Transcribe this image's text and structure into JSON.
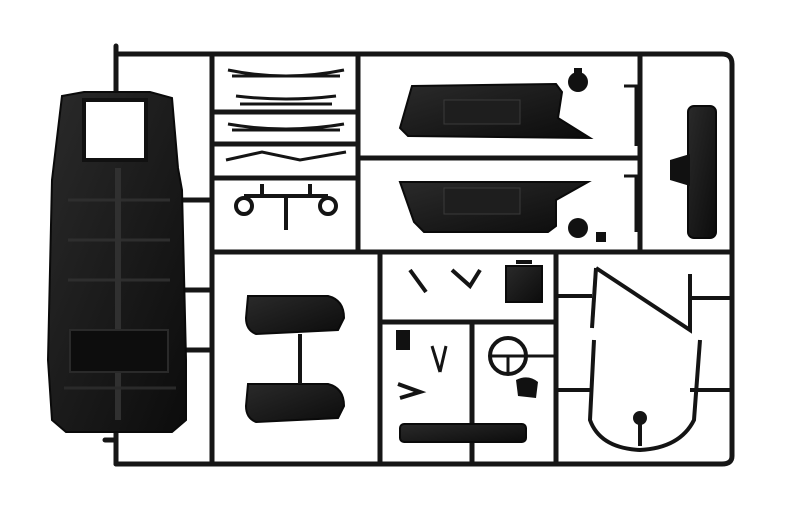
{
  "image": {
    "subject": "plastic-model-kit-sprue",
    "background_color": "#ffffff",
    "plastic_color": "#151515",
    "highlight_color": "#3a3a3a"
  },
  "parts": [
    "chassis-floor-pan",
    "leaf-spring",
    "axle-assembly",
    "left-body-side-panel",
    "right-body-side-panel",
    "spare-wheel-hub",
    "seat-cushion",
    "steering-wheel",
    "engine-block",
    "windshield-frame",
    "running-board"
  ]
}
